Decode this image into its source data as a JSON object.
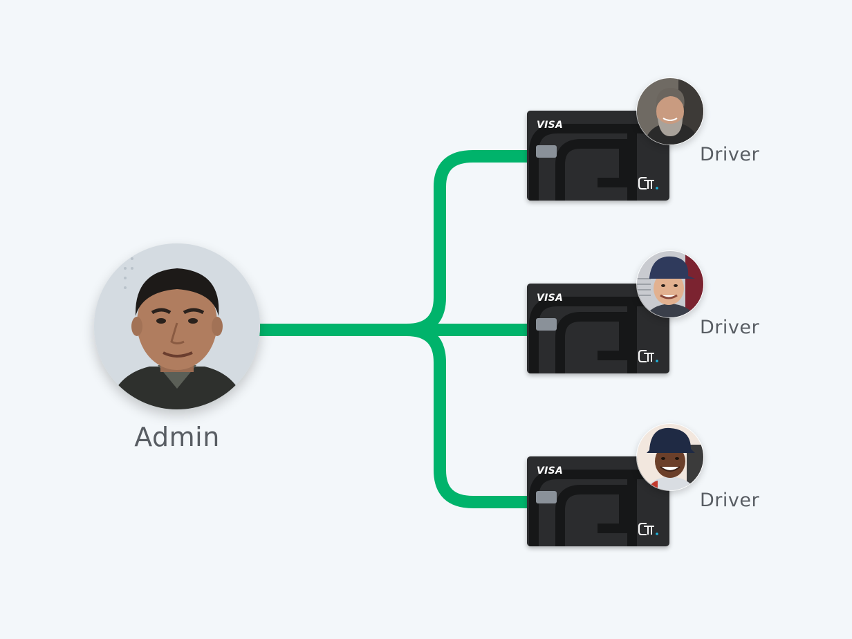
{
  "admin": {
    "label": "Admin"
  },
  "connector_color": "#00b36b",
  "drivers": [
    {
      "label": "Driver",
      "card_brand": "VISA",
      "avatar_icon": "driver-1-photo"
    },
    {
      "label": "Driver",
      "card_brand": "VISA",
      "avatar_icon": "driver-2-photo"
    },
    {
      "label": "Driver",
      "card_brand": "VISA",
      "avatar_icon": "driver-3-photo"
    }
  ],
  "card_color": "#2b2c2e",
  "accent_color": "#1fb6e0"
}
